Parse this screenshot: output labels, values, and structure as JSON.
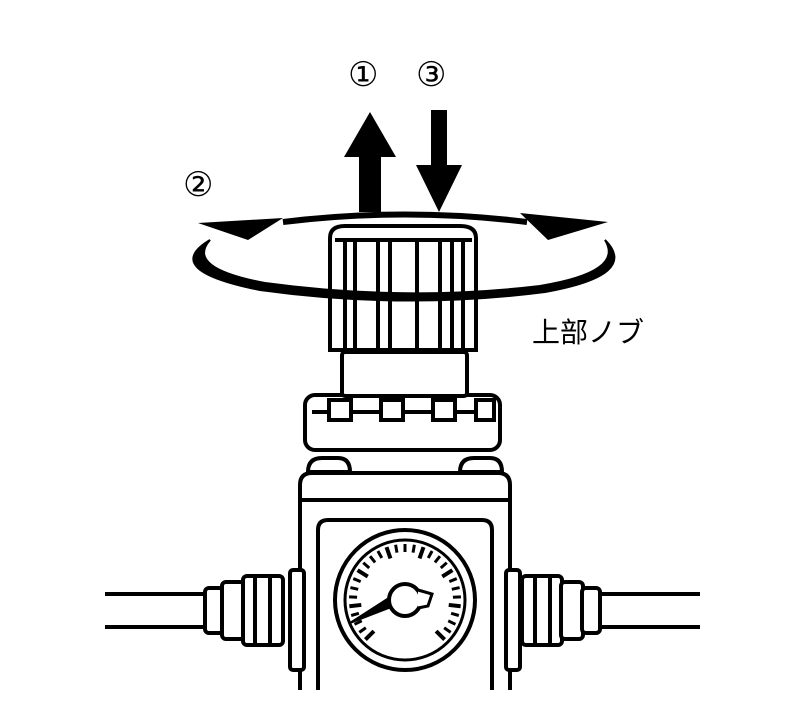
{
  "diagram": {
    "steps": [
      {
        "id": "step-1",
        "label": "①"
      },
      {
        "id": "step-2",
        "label": "②"
      },
      {
        "id": "step-3",
        "label": "③"
      }
    ],
    "knob_label": "上部ノブ"
  },
  "colors": {
    "ink": "#000000",
    "paper": "#ffffff"
  }
}
